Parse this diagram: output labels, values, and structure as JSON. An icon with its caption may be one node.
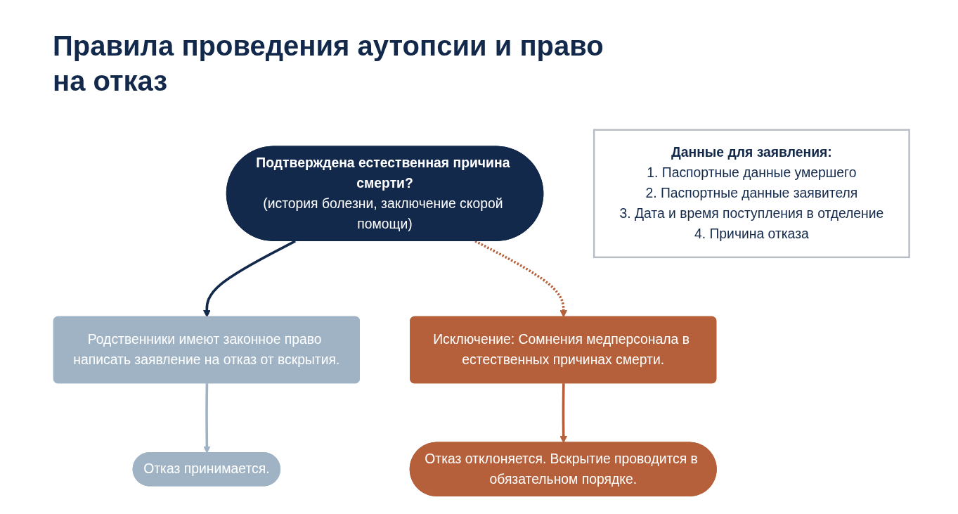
{
  "diagram": {
    "title": "Правила проведения аутопсии и право на отказ",
    "nodes": [
      {
        "text": [
          "Подтверждена естественная причина смерти?",
          "(история болезни, заключение скорой помощи)"
        ]
      },
      {
        "text": [
          "Родственники имеют законное право написать заявление на отказ от вскрытия."
        ]
      },
      {
        "text": [
          "Исключение: Сомнения медперсонала в естественных причинах смерти."
        ]
      },
      {
        "text": [
          "Отказ принимается."
        ]
      },
      {
        "text": [
          "Отказ отклоняется. Вскрытие проводится в обязательном порядке."
        ]
      },
      {
        "text": [
          "Данные для заявления:",
          "1. Паспортные данные умершего",
          "2. Паспортные данные заявителя",
          "3. Дата и время поступления в отделение",
          "4. Причина отказа"
        ]
      }
    ],
    "edges": [
      {
        "from": 0,
        "to": 1,
        "arrow": "to",
        "color": "#13294b"
      },
      {
        "from": 0,
        "to": 2,
        "arrow": "to",
        "style": "dashed"
      },
      {
        "from": 1,
        "to": 3,
        "arrow": "to",
        "color": "#9fb3c4"
      },
      {
        "from": 2,
        "to": 4,
        "arrow": "to"
      }
    ]
  }
}
